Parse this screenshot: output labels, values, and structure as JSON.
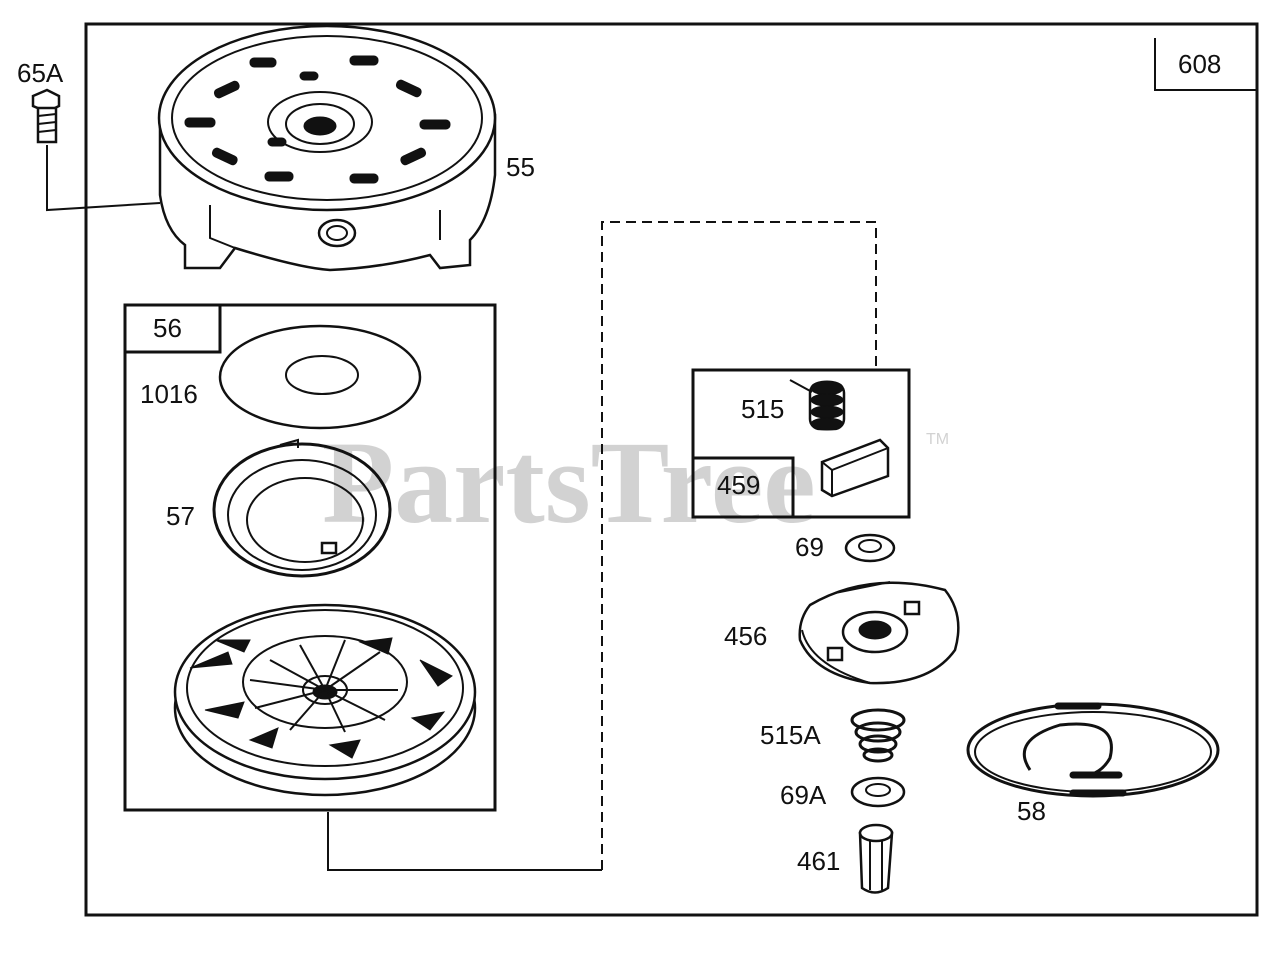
{
  "diagram": {
    "page_number": "608",
    "watermark": "PartsTree",
    "trademark": "TM",
    "assembly_label": "56",
    "subassembly_label": "459",
    "labels": {
      "bolt": "65A",
      "housing": "55",
      "washer_plate": "1016",
      "rewind_spring": "57",
      "spring": "515",
      "washer": "69",
      "ratchet": "456",
      "spring_a": "515A",
      "washer_a": "69A",
      "pin": "461",
      "rope": "58"
    }
  }
}
